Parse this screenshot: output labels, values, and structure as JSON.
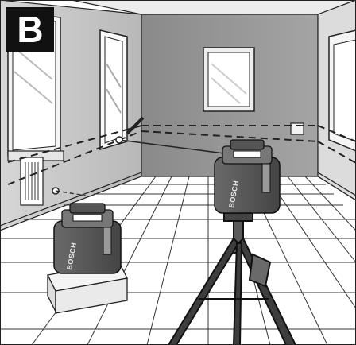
{
  "panel": {
    "label": "B"
  },
  "devices": {
    "left_laser": {
      "brand": "BOSCH"
    },
    "right_laser": {
      "brand": "BOSCH"
    }
  },
  "colors": {
    "back_wall": "#8f8f8f",
    "left_wall": "#c4c4c4",
    "right_wall": "#dcdcdc",
    "ceiling": "#e9e9e9",
    "device_body": "#5e5e5e"
  }
}
